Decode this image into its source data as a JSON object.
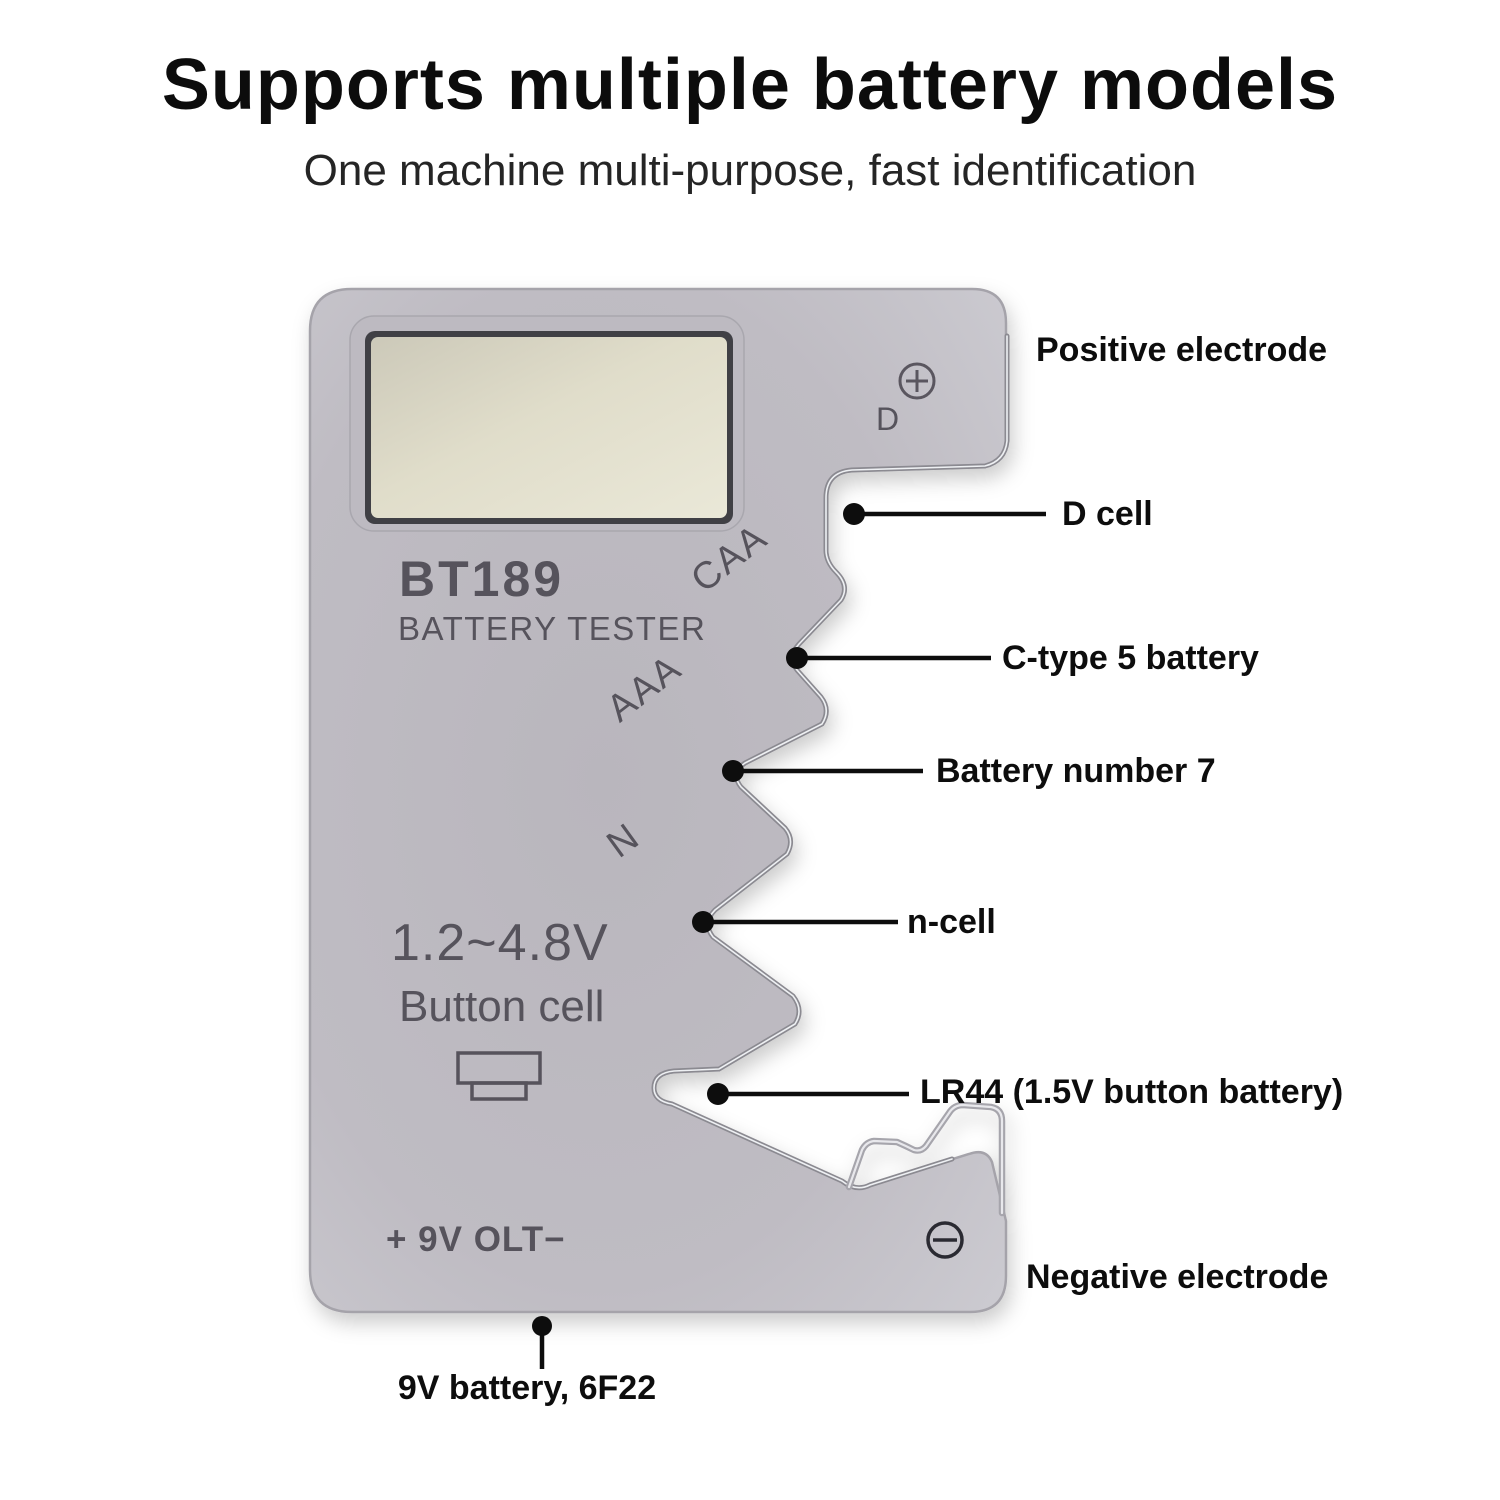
{
  "header": {
    "title": "Supports multiple battery models",
    "subtitle": "One machine multi-purpose, fast identification"
  },
  "device": {
    "model": "BT189",
    "type_label": "BATTERY TESTER",
    "voltage_range": "1.2~4.8V",
    "button_cell_label": "Button cell",
    "nine_volt_label": "+ 9V OLT−",
    "slots": {
      "d": "D",
      "caa": "CAA",
      "aaa": "AAA",
      "n": "N"
    },
    "icons": {
      "positive_terminal": "plus-in-circle",
      "negative_terminal": "minus-in-circle",
      "button_cell": "button-cell-outline",
      "nine_volt_contact": "wire-spring"
    }
  },
  "callouts": [
    {
      "label": "Positive electrode"
    },
    {
      "label": "D cell"
    },
    {
      "label": "C-type 5 battery"
    },
    {
      "label": "Battery number 7"
    },
    {
      "label": "n-cell"
    },
    {
      "label": "LR44 (1.5V button battery)"
    },
    {
      "label": "Negative electrode"
    },
    {
      "label": "9V battery, 6F22"
    }
  ],
  "colors": {
    "background": "#ffffff",
    "body_gray": "#c2c0c7",
    "face_gray": "#b8b5bc",
    "screen_cream": "#e3e0cd",
    "screen_frame": "#3f3f45",
    "device_text": "#56535b",
    "chrome_edge": "#8b8a91",
    "callout_black": "#0d0d0d"
  }
}
